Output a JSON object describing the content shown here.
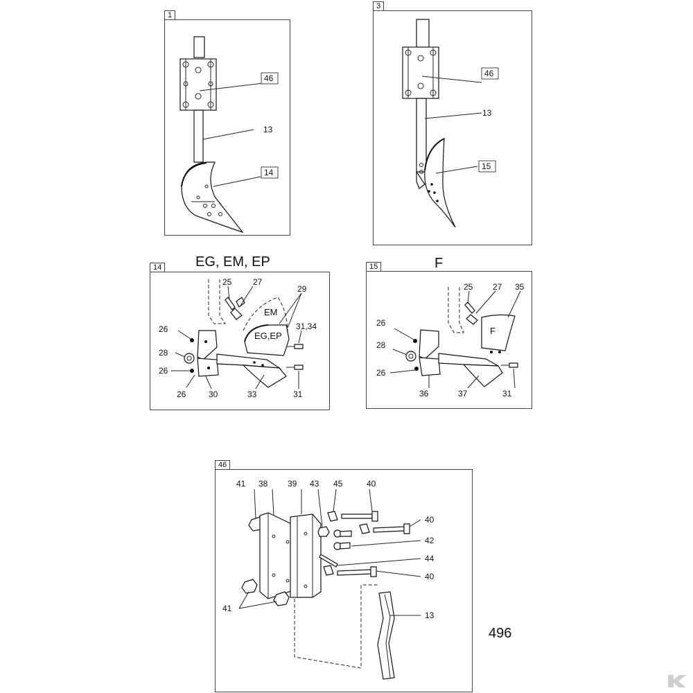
{
  "panels": {
    "p1": {
      "number": "1",
      "callouts": {
        "46": "46",
        "13": "13",
        "14": "14"
      }
    },
    "p3": {
      "number": "3",
      "callouts": {
        "46": "46",
        "13": "13",
        "15": "15"
      }
    },
    "p14": {
      "number": "14",
      "heading": "EG, EM, EP",
      "callouts": {
        "25": "25",
        "27": "27",
        "29": "29",
        "em": "EM",
        "egep": "EG,EP",
        "3134": "31,34",
        "26a": "26",
        "28": "28",
        "26b": "26",
        "30": "30",
        "33": "33",
        "31": "31"
      }
    },
    "p15": {
      "number": "15",
      "heading": "F",
      "callouts": {
        "25": "25",
        "27": "27",
        "35": "35",
        "f": "F",
        "26a": "26",
        "28": "28",
        "26b": "26",
        "36": "36",
        "37": "37",
        "31": "31"
      }
    },
    "p46": {
      "number": "46",
      "callouts": {
        "41a": "41",
        "38": "38",
        "39": "39",
        "43": "43",
        "45": "45",
        "40a": "40",
        "40b": "40",
        "42": "42",
        "44": "44",
        "40c": "40",
        "13": "13",
        "41b": "41"
      }
    }
  },
  "page_number": "496",
  "colors": {
    "ink": "#111111",
    "frame": "#444444",
    "logo": "#cfcfcf"
  },
  "icons": {
    "logo": "brand-k-logo"
  }
}
